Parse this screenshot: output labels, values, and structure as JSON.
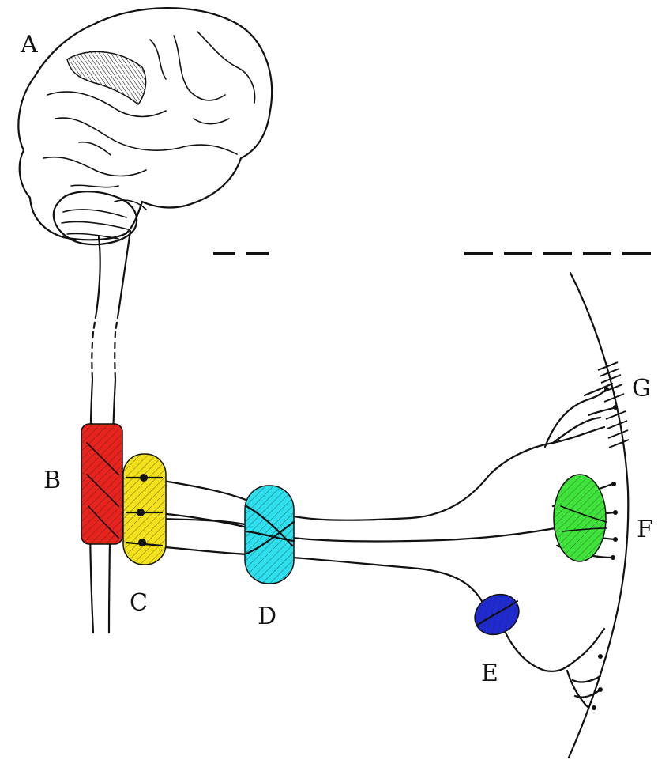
{
  "labels": {
    "A": "A",
    "B": "B",
    "C": "C",
    "D": "D",
    "E": "E",
    "F": "F",
    "G": "G"
  },
  "colors": {
    "B": "#e8231d",
    "C": "#f3e21b",
    "D": "#2ee0ee",
    "E": "#1f2bd1",
    "F": "#3fe33b",
    "ink": "#111111",
    "background": "#ffffff"
  }
}
